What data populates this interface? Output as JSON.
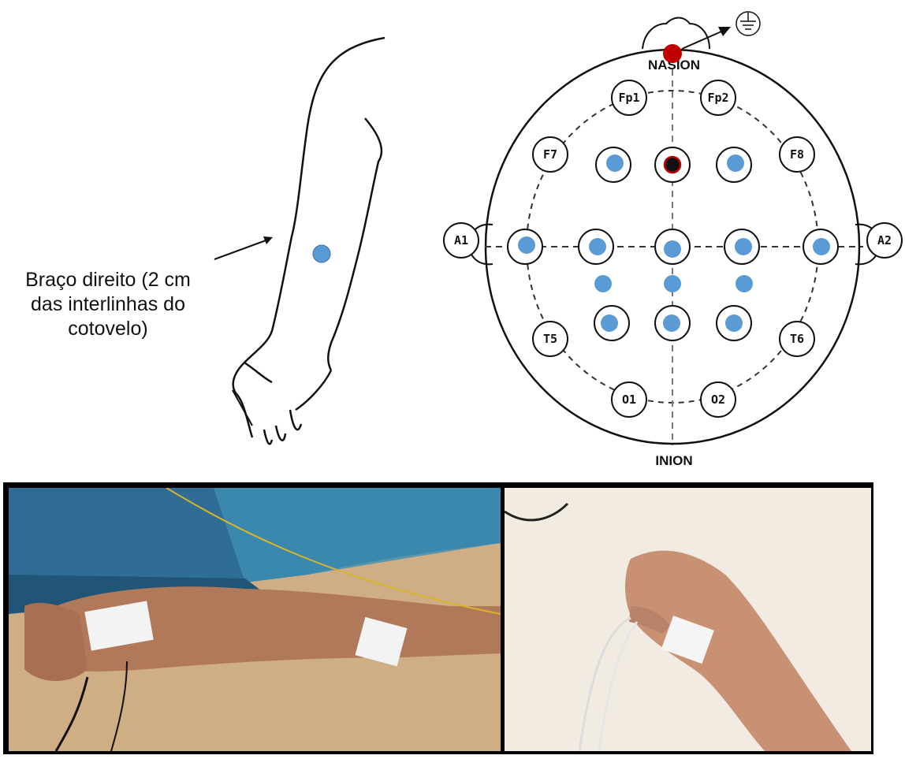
{
  "arm_caption": {
    "line1": "Braço direito (2 cm",
    "line2": "das interlinhas do",
    "line3": "cotovelo)"
  },
  "eeg_map": {
    "top_landmark": "NASION",
    "bottom_landmark": "INION",
    "labeled_electrodes": [
      "Fp1",
      "Fp2",
      "F7",
      "F8",
      "A1",
      "A2",
      "T5",
      "T6",
      "O1",
      "O2"
    ],
    "ground_symbol": "ground-icon"
  },
  "colors": {
    "electrode_blue": "#5b9bd5",
    "ground_red": "#c00000",
    "photo_frame": "#000000",
    "line_black": "#111111"
  }
}
